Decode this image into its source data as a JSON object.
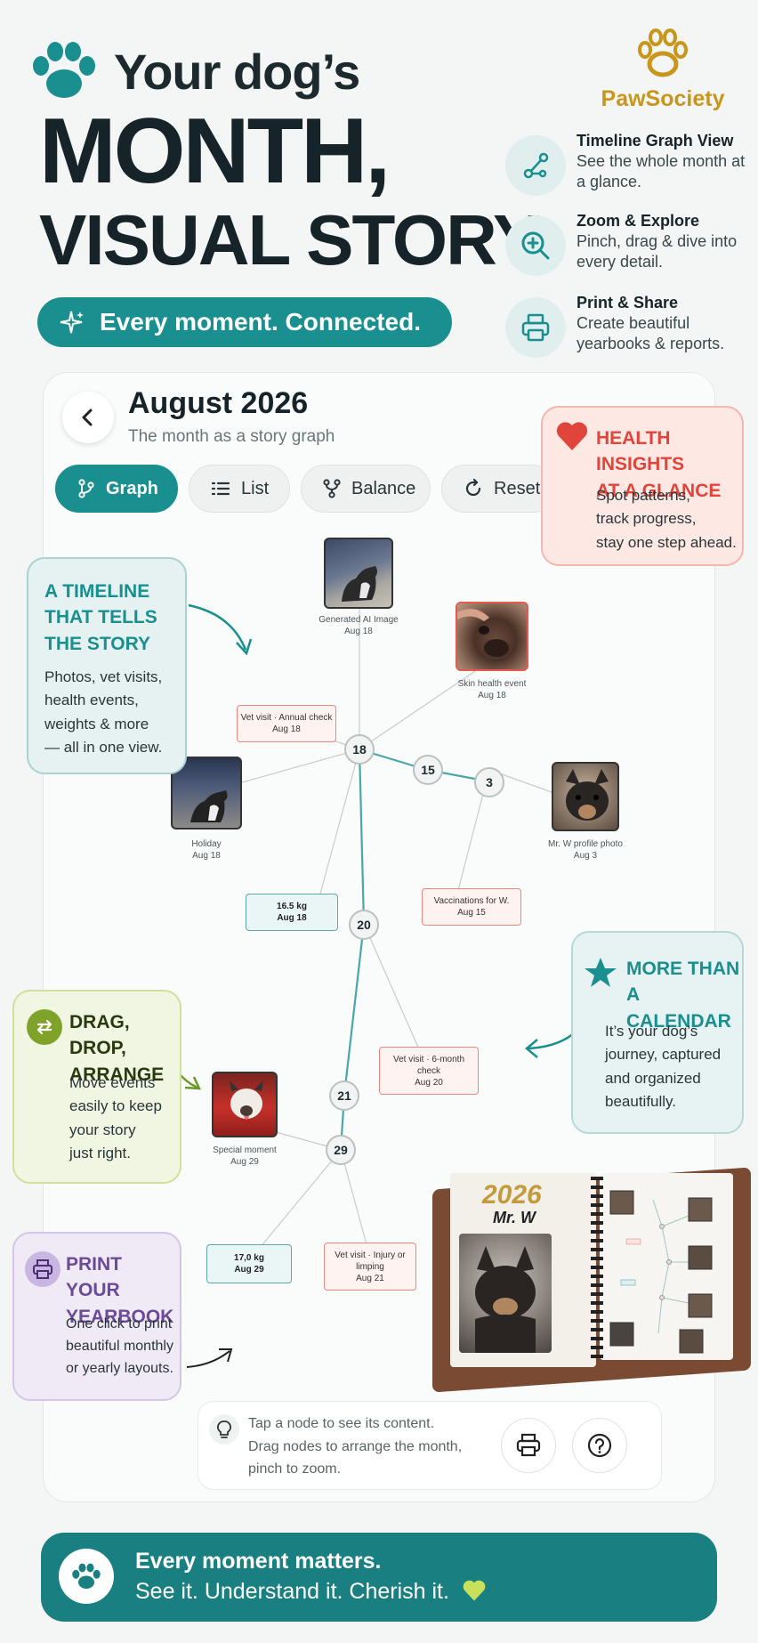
{
  "header": {
    "title_line1": "Your dog’s",
    "title_line2": "MONTH,",
    "title_line3": "VISUAL STORY",
    "tagline": "Every moment. Connected."
  },
  "brand": {
    "name": "PawSociety"
  },
  "features": [
    {
      "title": "Timeline Graph View",
      "desc": "See the whole month at a glance.",
      "icon": "graph-icon"
    },
    {
      "title": "Zoom & Explore",
      "desc": "Pinch, drag & dive into every detail.",
      "icon": "zoom-in-icon"
    },
    {
      "title": "Print & Share",
      "desc": "Create beautiful yearbooks & reports.",
      "icon": "printer-icon"
    }
  ],
  "screen": {
    "month_title": "August 2026",
    "month_subtitle": "The month as a story graph",
    "tabs": [
      {
        "label": "Graph",
        "active": true,
        "icon": "branch-icon"
      },
      {
        "label": "List",
        "active": false,
        "icon": "list-icon"
      },
      {
        "label": "Balance",
        "active": false,
        "icon": "balance-icon"
      },
      {
        "label": "Reset",
        "active": false,
        "icon": "reset-icon"
      }
    ]
  },
  "callouts": {
    "health": {
      "title_line1": "HEALTH INSIGHTS",
      "title_line2": "AT A GLANCE",
      "desc_line1": "Spot patterns,",
      "desc_line2": "track progress,",
      "desc_line3": "stay one step ahead."
    },
    "timeline": {
      "title_line1": "A TIMELINE",
      "title_line2": "THAT TELLS",
      "title_line3": "THE STORY",
      "desc_line1": "Photos, vet visits,",
      "desc_line2": "health events,",
      "desc_line3": "weights & more",
      "desc_line4": "— all in one view."
    },
    "calendar": {
      "title_line1": "MORE THAN",
      "title_line2": "A CALENDAR",
      "desc_line1": "It’s your dog’s",
      "desc_line2": "journey, captured",
      "desc_line3": "and organized",
      "desc_line4": "beautifully."
    },
    "drag": {
      "title_line1": "DRAG, DROP,",
      "title_line2": "ARRANGE",
      "desc_line1": "Move events",
      "desc_line2": "easily to keep",
      "desc_line3": "your story",
      "desc_line4": "just right."
    },
    "print": {
      "title_line1": "PRINT YOUR",
      "title_line2": "YEARBOOK",
      "desc_line1": "One click to print",
      "desc_line2": "beautiful monthly",
      "desc_line3": "or yearly layouts."
    }
  },
  "graph": {
    "day_nodes": [
      "18",
      "15",
      "3",
      "20",
      "21",
      "29"
    ],
    "photos": [
      {
        "caption": "Generated AI Image",
        "date": "Aug 18"
      },
      {
        "caption": "Skin health event",
        "date": "Aug 18"
      },
      {
        "caption": "Holiday",
        "date": "Aug 18"
      },
      {
        "caption": "Mr. W profile photo",
        "date": "Aug 3"
      },
      {
        "caption": "Special moment",
        "date": "Aug 29"
      }
    ],
    "events": [
      {
        "label": "Vet visit · Annual check",
        "date": "Aug 18"
      },
      {
        "label": "Vaccinations for W.",
        "date": "Aug 15"
      },
      {
        "label": "Vet visit · 6-month check",
        "date": "Aug 20"
      },
      {
        "label": "Vet visit · Injury or limping",
        "date": "Aug 21"
      }
    ],
    "weights": [
      {
        "label": "16.5 kg",
        "date": "Aug 18"
      },
      {
        "label": "17,0 kg",
        "date": "Aug 29"
      }
    ]
  },
  "yearbook": {
    "year": "2026",
    "name": "Mr. W"
  },
  "hint": {
    "line1": "Tap a node to see its content.",
    "line2": "Drag nodes to arrange the month,",
    "line3": "pinch to zoom."
  },
  "footer": {
    "line1": "Every moment matters.",
    "line2": "See it. Understand it. Cherish it."
  },
  "colors": {
    "teal": "#1a8f8f",
    "red": "#e35a4e",
    "gold": "#c9961c",
    "green": "#8ab82a",
    "purple": "#6b4a9a"
  }
}
